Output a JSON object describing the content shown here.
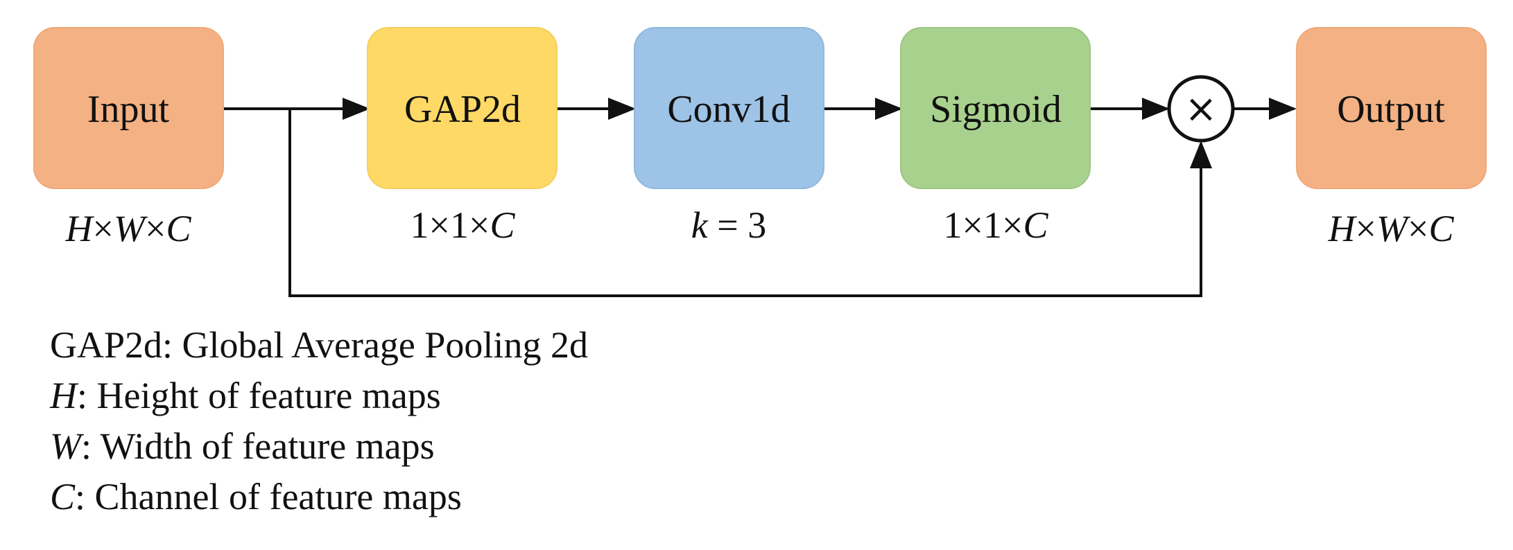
{
  "nodes": {
    "input": {
      "label": "Input",
      "dims": {
        "a": "H",
        "b": "W",
        "c": "C"
      },
      "color": "#f4b183"
    },
    "gap2d": {
      "label": "GAP2d",
      "dims": {
        "a": "1",
        "b": "1",
        "c": "C"
      },
      "color": "#ffd966"
    },
    "conv1d": {
      "label": "Conv1d",
      "param": {
        "k": "k",
        "eq": " = 3"
      },
      "color": "#9dc3e6"
    },
    "sigmoid": {
      "label": "Sigmoid",
      "dims": {
        "a": "1",
        "b": "1",
        "c": "C"
      },
      "color": "#a9d18e"
    },
    "output": {
      "label": "Output",
      "dims": {
        "a": "H",
        "b": "W",
        "c": "C"
      },
      "color": "#f4b183"
    },
    "multiply": {
      "symbol": "×"
    }
  },
  "dim_separator": "×",
  "legend": [
    {
      "term": "GAP2d",
      "italic": false,
      "definition": ": Global Average Pooling 2d"
    },
    {
      "term": "H",
      "italic": true,
      "definition": ": Height of feature maps"
    },
    {
      "term": "W",
      "italic": true,
      "definition": ": Width of feature maps"
    },
    {
      "term": "C",
      "italic": true,
      "definition": ": Channel of feature maps"
    }
  ]
}
